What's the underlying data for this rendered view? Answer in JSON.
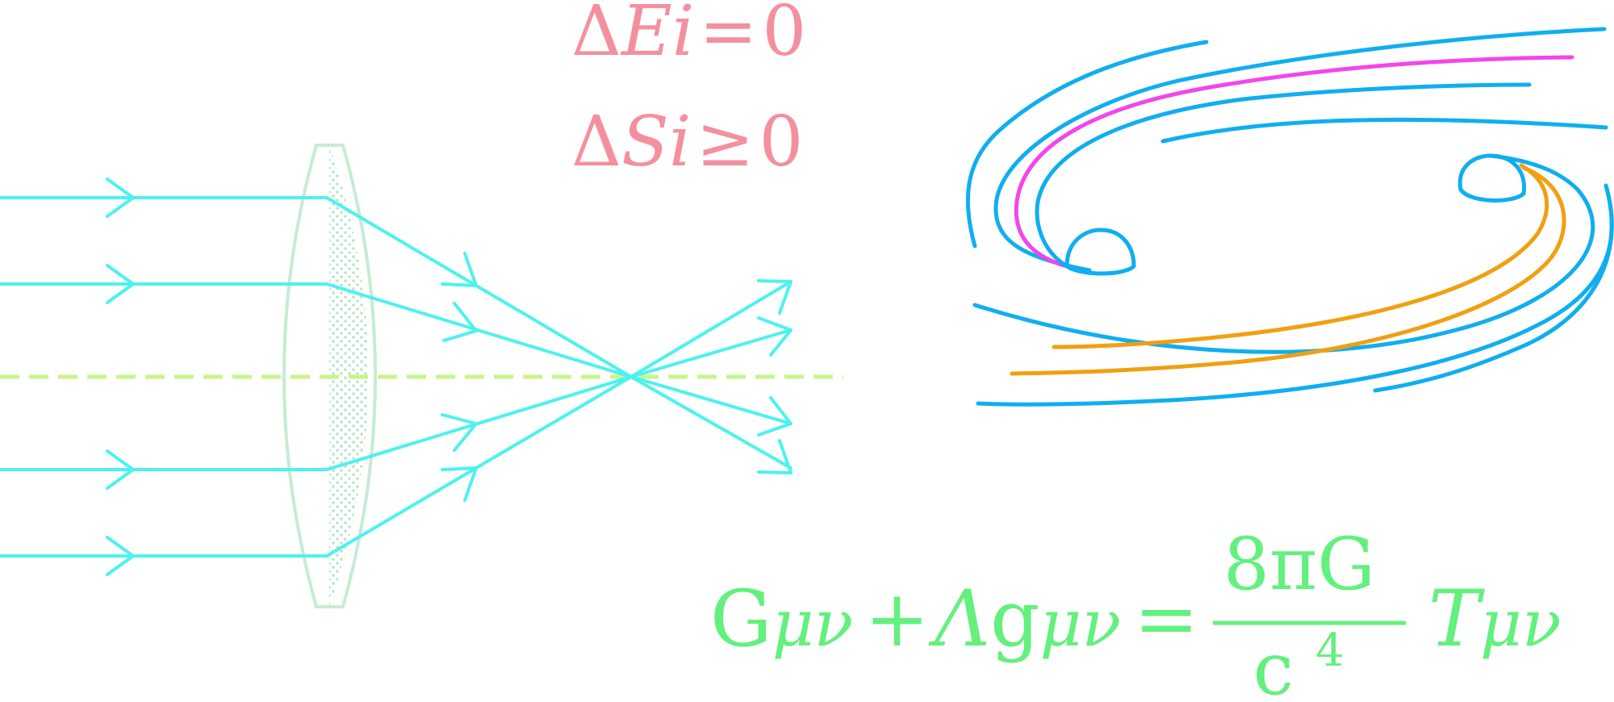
{
  "equations": {
    "energy": {
      "delta": "Δ",
      "symbol": "Ei",
      "relation": "=",
      "rhs": "0"
    },
    "entropy": {
      "delta": "Δ",
      "symbol": "Si",
      "relation": "≥",
      "rhs": "0"
    },
    "field": {
      "G": "G",
      "mu_nu_1": "μν",
      "plus": "+",
      "lambda": "Λ",
      "g": "g",
      "mu_nu_2": "μν",
      "equals": "=",
      "numerator": "8πG",
      "denominator": "c",
      "exponent": "4",
      "T": "T",
      "mu_nu_3": "μν"
    }
  },
  "colors": {
    "rays": "#4cf2ee",
    "axis": "#c8f58a",
    "lens": "#c6ecd3",
    "lens_dots": "#b7e7c6",
    "thermo": "#f4909e",
    "field_eq": "#63f07e",
    "flow_blue": "#10aef0",
    "flow_magenta": "#f246ea",
    "flow_orange": "#f0a010"
  },
  "icons": {
    "lens": "convex-lens-icon",
    "black_holes": "binary-black-hole-icon"
  }
}
